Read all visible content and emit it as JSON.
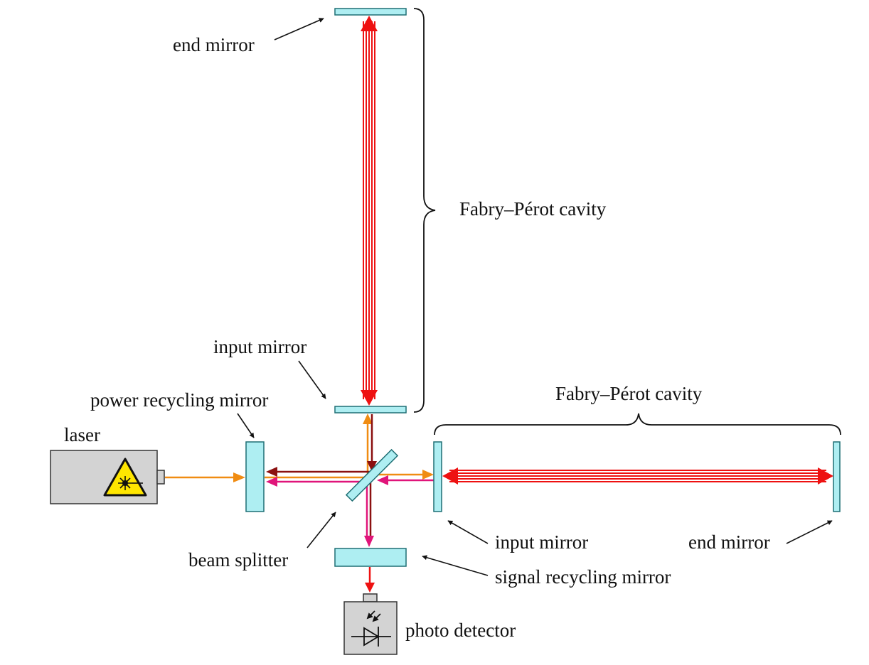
{
  "labels": {
    "end_mirror_vertical": "end mirror",
    "fabry_perot_vertical": "Fabry–Pérot cavity",
    "input_mirror_vertical": "input mirror",
    "power_recycling_mirror": "power recycling mirror",
    "laser": "laser",
    "fabry_perot_horizontal": "Fabry–Pérot cavity",
    "input_mirror_horizontal": "input mirror",
    "end_mirror_horizontal": "end mirror",
    "beam_splitter": "beam splitter",
    "signal_recycling_mirror": "signal recycling mirror",
    "photo_detector": "photo detector"
  },
  "icons": {
    "laser_warning": "laser-warning-icon",
    "photodiode": "photodiode-icon"
  },
  "colors": {
    "mirror_fill": "#aeeef2",
    "mirror_stroke": "#1f6f74",
    "box_fill": "#d3d3d3",
    "box_stroke": "#333333",
    "laser_beam": "#f08c12",
    "cavity_beam": "#ee1111",
    "return_beam": "#8b1010",
    "signal_beam": "#e0157a",
    "output_beam": "#ee1111",
    "warning_yellow": "#ffe600",
    "text": "#111111"
  }
}
